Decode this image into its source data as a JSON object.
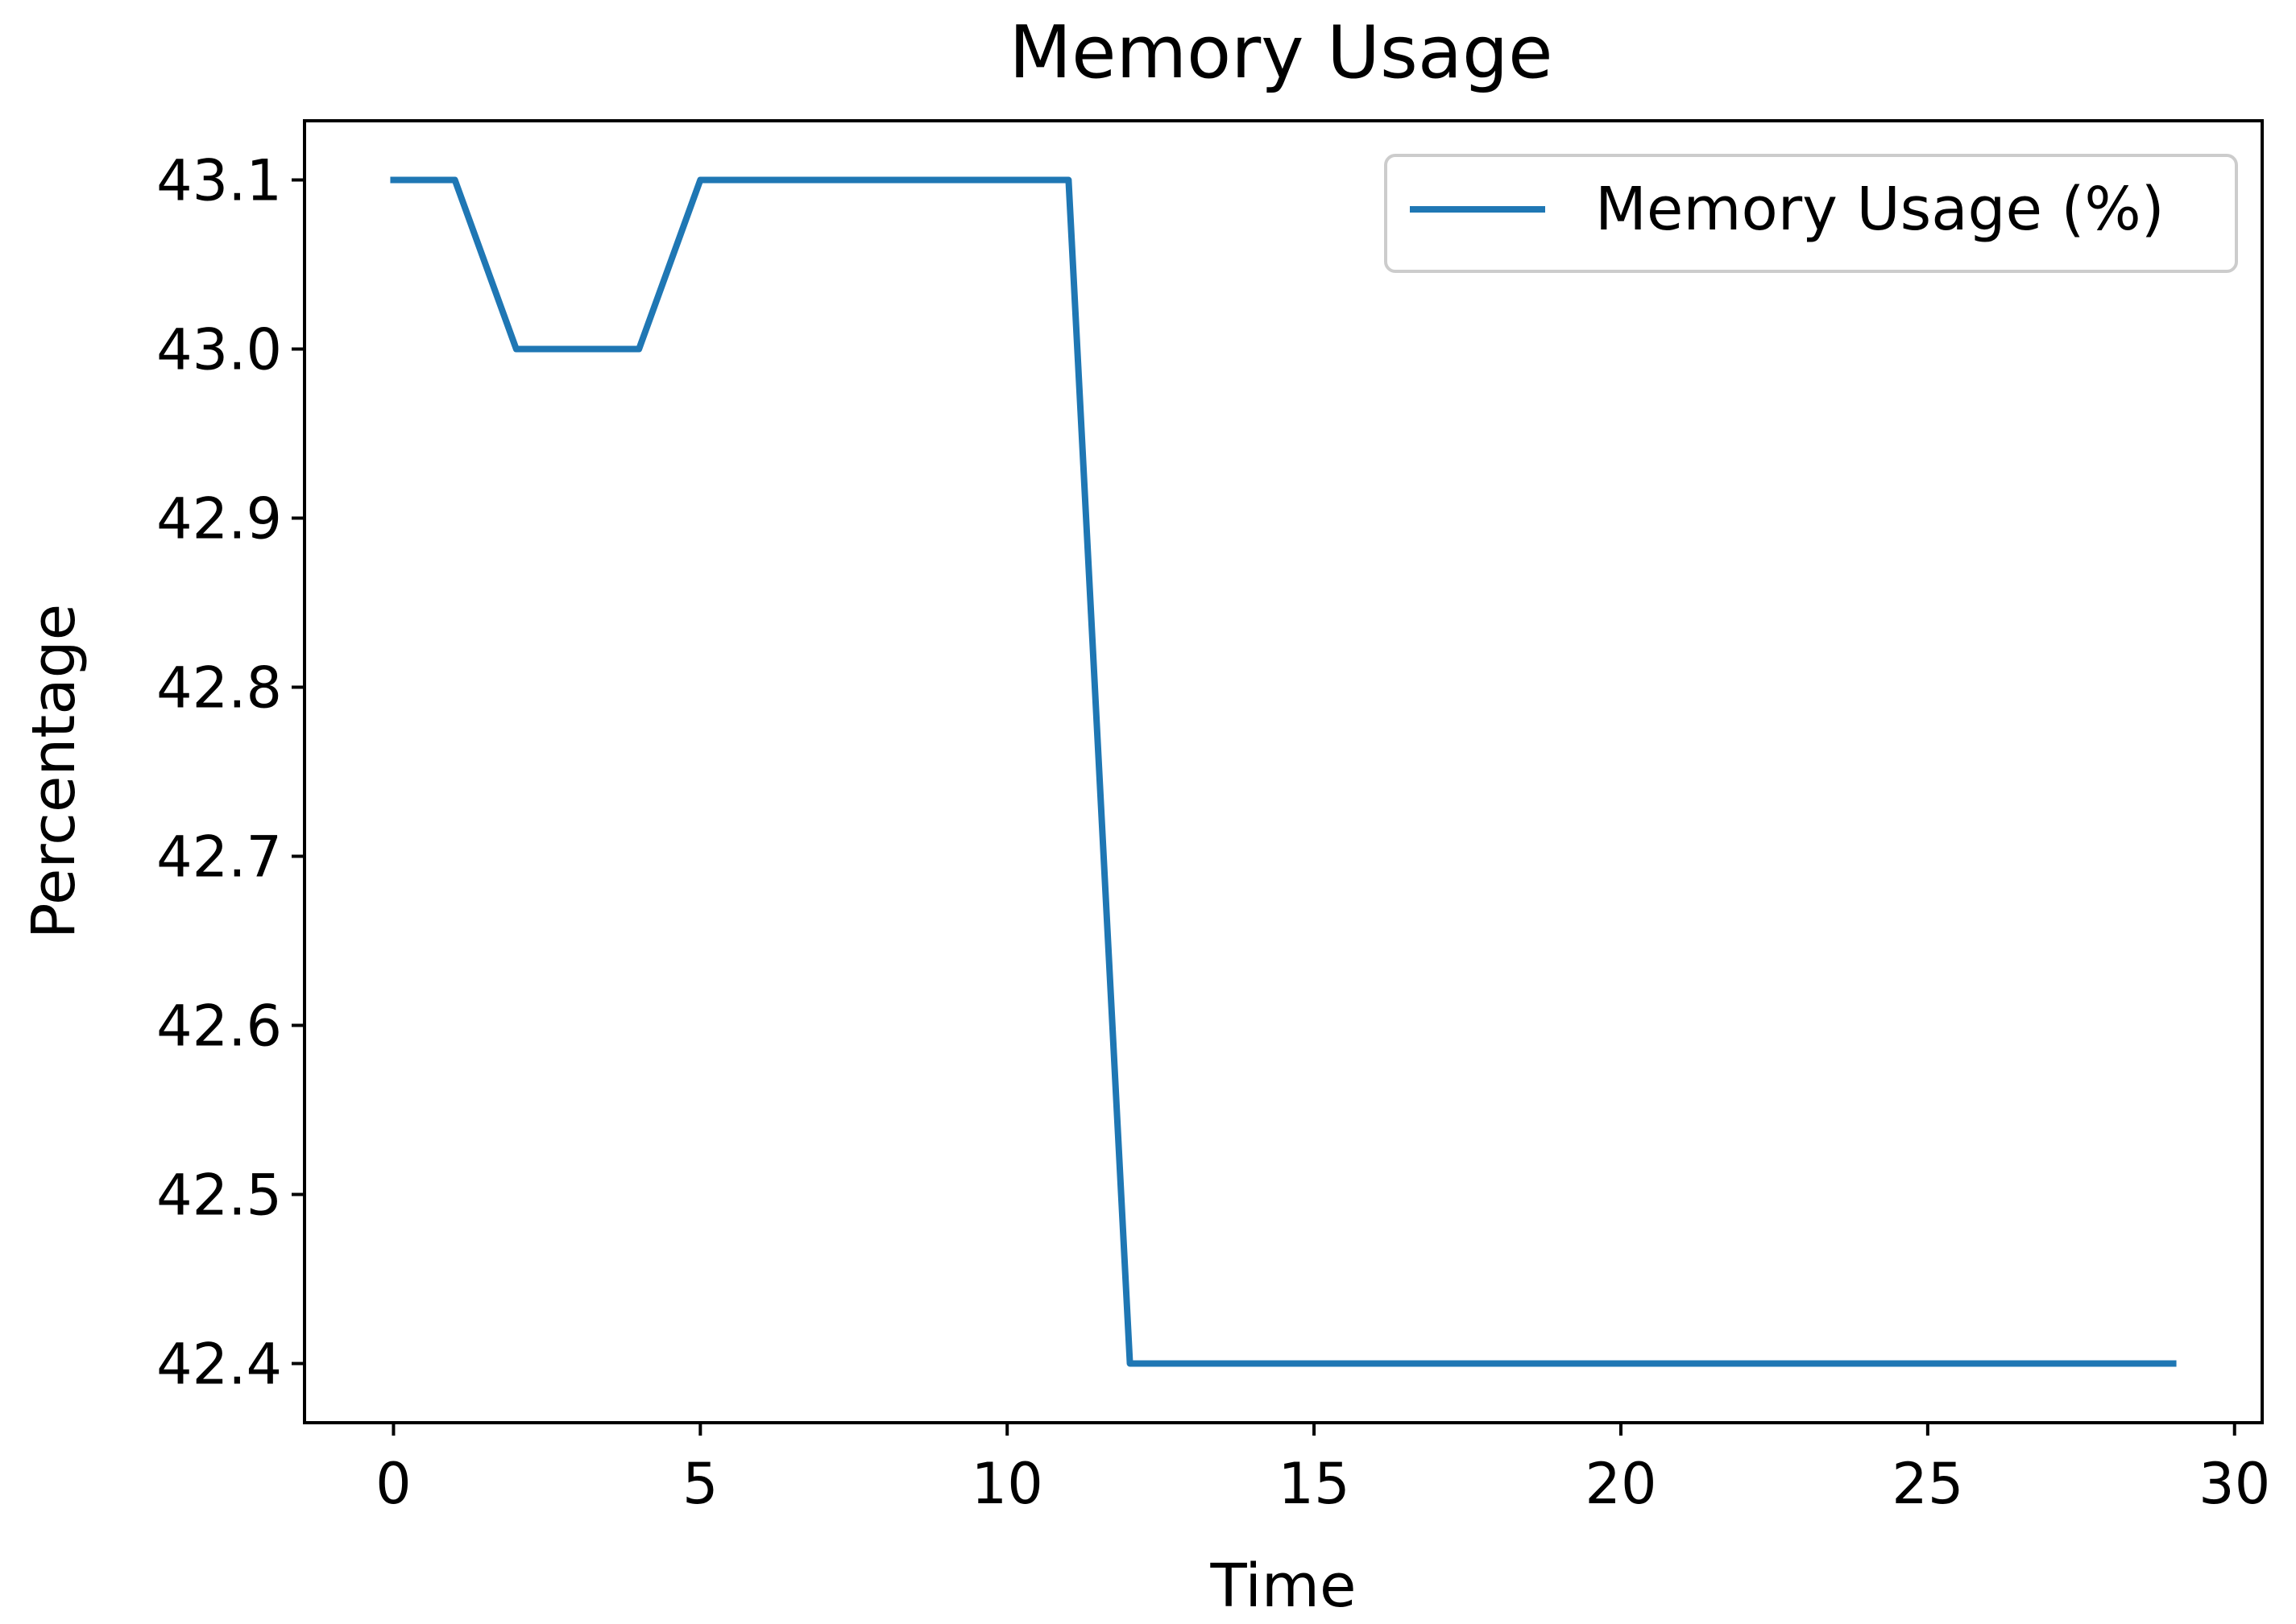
{
  "chart_data": {
    "type": "line",
    "title": "Memory Usage",
    "xlabel": "Time",
    "ylabel": "Percentage",
    "xlim": [
      -1.45,
      30.45
    ],
    "ylim": [
      42.365,
      43.135
    ],
    "xticks": [
      0,
      5,
      10,
      15,
      20,
      25,
      30
    ],
    "yticks": [
      42.4,
      42.5,
      42.6,
      42.7,
      42.8,
      42.9,
      43.0,
      43.1
    ],
    "xtick_labels": [
      "0",
      "5",
      "10",
      "15",
      "20",
      "25",
      "30"
    ],
    "ytick_labels": [
      "42.4",
      "42.5",
      "42.6",
      "42.7",
      "42.8",
      "42.9",
      "43.0",
      "43.1"
    ],
    "grid": false,
    "legend_position": "top-right",
    "series": [
      {
        "name": "Memory Usage (%)",
        "color": "#1f77b4",
        "x": [
          0,
          1,
          2,
          3,
          4,
          5,
          6,
          7,
          8,
          9,
          10,
          11,
          12,
          13,
          14,
          15,
          16,
          17,
          18,
          19,
          20,
          21,
          22,
          23,
          24,
          25,
          26,
          27,
          28,
          29
        ],
        "values": [
          43.1,
          43.1,
          43.0,
          43.0,
          43.0,
          43.1,
          43.1,
          43.1,
          43.1,
          43.1,
          43.1,
          43.1,
          42.4,
          42.4,
          42.4,
          42.4,
          42.4,
          42.4,
          42.4,
          42.4,
          42.4,
          42.4,
          42.4,
          42.4,
          42.4,
          42.4,
          42.4,
          42.4,
          42.4,
          42.4
        ]
      }
    ]
  }
}
